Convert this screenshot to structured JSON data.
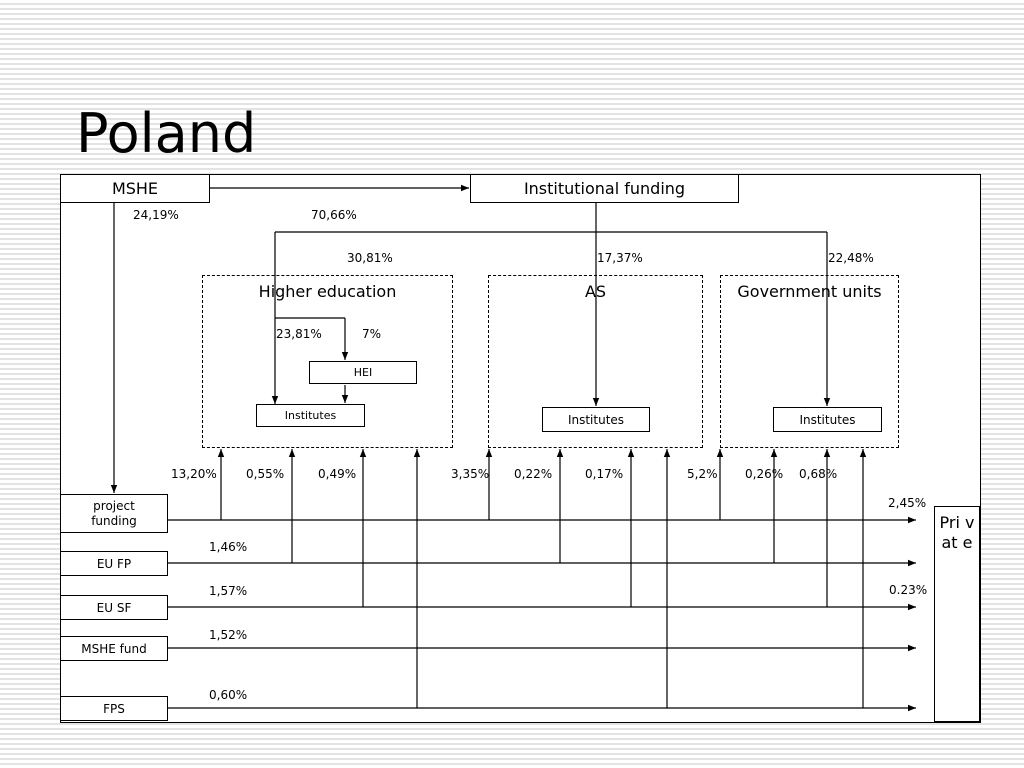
{
  "title": "Poland",
  "nodes": {
    "mshe": "MSHE",
    "institutional_funding": "Institutional funding",
    "higher_education": "Higher education",
    "hei": "HEI",
    "he_institutes": "Institutes",
    "as": "AS",
    "as_institutes": "Institutes",
    "government_units": "Government units",
    "gov_institutes": "Institutes",
    "project_funding": "project funding",
    "eu_fp": "EU FP",
    "eu_sf": "EU SF",
    "mshe_fund": "MSHE fund",
    "fps": "FPS",
    "private": "Pri vat e"
  },
  "percentages": {
    "mshe_to_project": "24,19%",
    "mshe_to_institutional": "70,66%",
    "inst_to_he": "30,81%",
    "inst_to_as": "17,37%",
    "inst_to_gov": "22,48%",
    "he_to_institutes": "23,81%",
    "he_to_hei": "7%",
    "he_from_project": "13,20%",
    "he_from_eufp": "0,55%",
    "he_from_eusf": "0,49%",
    "as_from_project": "3,35%",
    "as_from_eufp": "0,22%",
    "as_from_eusf": "0,17%",
    "gov_from_project": "5,2%",
    "gov_from_eufp": "0,26%",
    "gov_from_eusf": "0,68%",
    "project_to_private": "2,45%",
    "eufp_row": "1,46%",
    "eusf_row": "1,57%",
    "eusf_to_private": "0.23%",
    "mshefund_row": "1,52%",
    "fps_row": "0,60%"
  }
}
